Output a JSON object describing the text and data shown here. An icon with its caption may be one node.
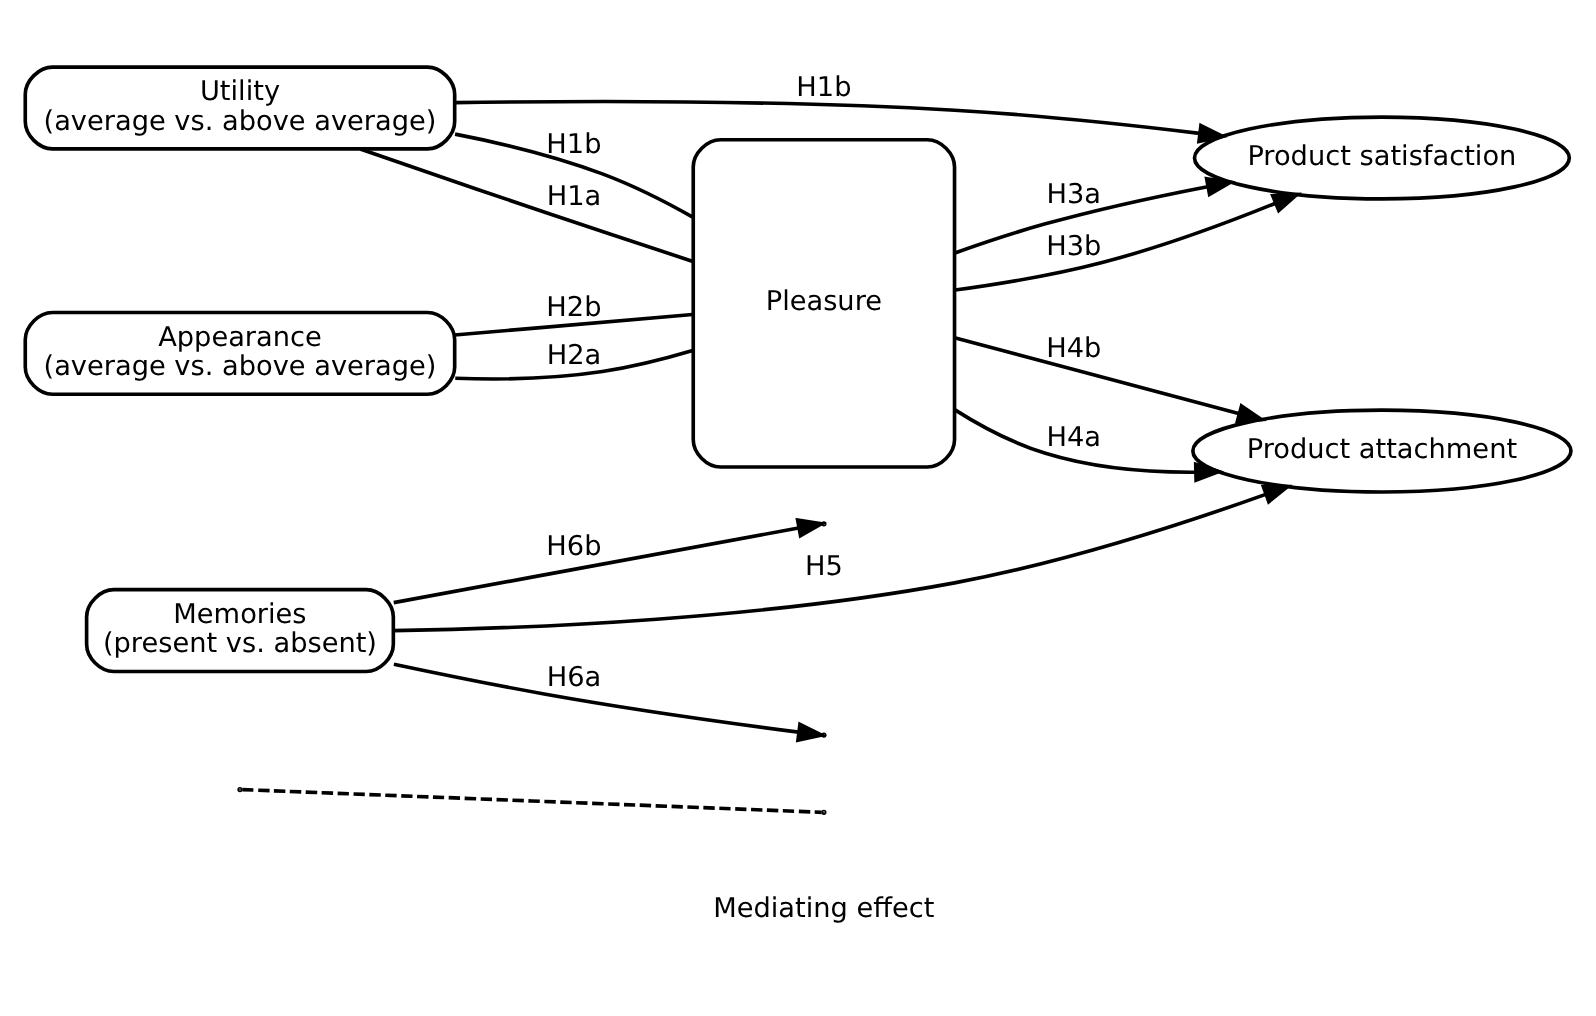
{
  "diagram": {
    "nodes": [
      {
        "text": [
          "Utility",
          "(average vs. above average)"
        ]
      },
      {
        "text": [
          "Appearance",
          "(average vs. above average)"
        ]
      },
      {
        "text": [
          "Pleasure"
        ]
      },
      {
        "text": [
          "Product satisfaction"
        ]
      },
      {
        "text": [
          "Product attachment"
        ]
      },
      {
        "text": [
          "Memories",
          "(present vs. absent)"
        ]
      }
    ],
    "edges": [
      {
        "from": 0,
        "to": 3,
        "arrow": "to",
        "label": "H1b"
      },
      {
        "from": 0,
        "to": 2,
        "arrow": "none",
        "label": "H1b"
      },
      {
        "from": 0,
        "to": 2,
        "arrow": "none",
        "label": "H1a"
      },
      {
        "from": 1,
        "to": 2,
        "arrow": "none",
        "label": "H2b"
      },
      {
        "from": 1,
        "to": 2,
        "arrow": "none",
        "label": "H2a"
      },
      {
        "from": 2,
        "to": 3,
        "arrow": "to",
        "label": "H3a"
      },
      {
        "from": 2,
        "to": 3,
        "arrow": "to",
        "label": "H3b"
      },
      {
        "from": 2,
        "to": 4,
        "arrow": "to",
        "label": "H4a"
      },
      {
        "from": 2,
        "to": 4,
        "arrow": "to",
        "label": "H4b"
      },
      {
        "from": 5,
        "to": null,
        "arrow": "to",
        "label": "H6b"
      },
      {
        "from": 5,
        "to": null,
        "arrow": "to",
        "label": "H6a"
      },
      {
        "from": 5,
        "to": 4,
        "arrow": "to",
        "label": "H5"
      }
    ],
    "legend": [
      {
        "text": "Mediating effect"
      }
    ]
  }
}
